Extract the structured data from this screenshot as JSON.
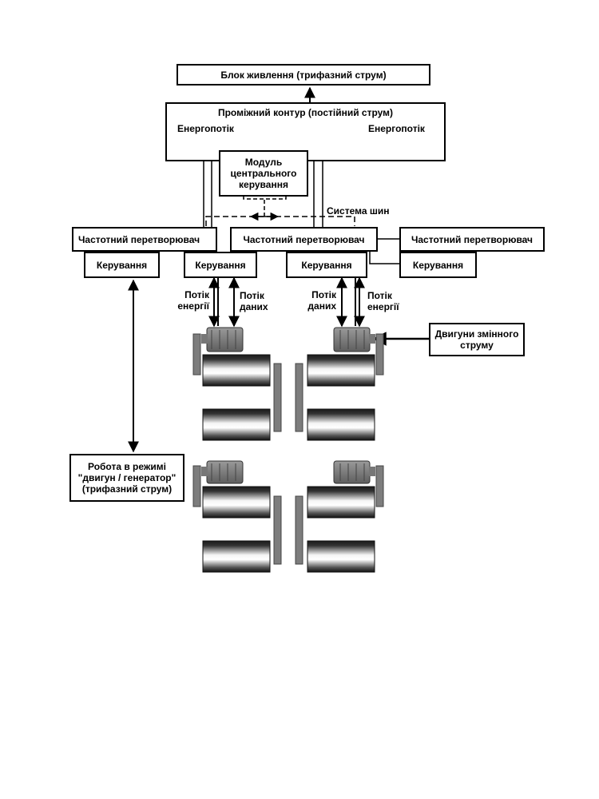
{
  "power_supply": {
    "label": "Блок живлення (трифазний струм)"
  },
  "dc_link": {
    "label": "Проміжний контур (постійний струм)",
    "energy_flow_left": "Енергопотік",
    "energy_flow_right": "Енергопотік"
  },
  "central_module": {
    "label": "Модуль центрального керування"
  },
  "bus_system": {
    "label": "Система шин"
  },
  "converters": [
    {
      "label": "Частотний перетворювач",
      "control": "Керування"
    },
    {
      "label": "Частотний перетворювач",
      "control": "Керування"
    },
    {
      "label": "Частотний перетворювач",
      "control": "Керування"
    }
  ],
  "center_control": {
    "label": "Керування"
  },
  "flows": {
    "left_energy": "Потік енергії",
    "left_data": "Потік даних",
    "right_data": "Потік даних",
    "right_energy": "Потік енергії"
  },
  "motors": {
    "label": "Двигуни змінного струму"
  },
  "motor_generator": {
    "label": "Робота в режимі \"двигун / генератор\" (трифазний струм)"
  }
}
